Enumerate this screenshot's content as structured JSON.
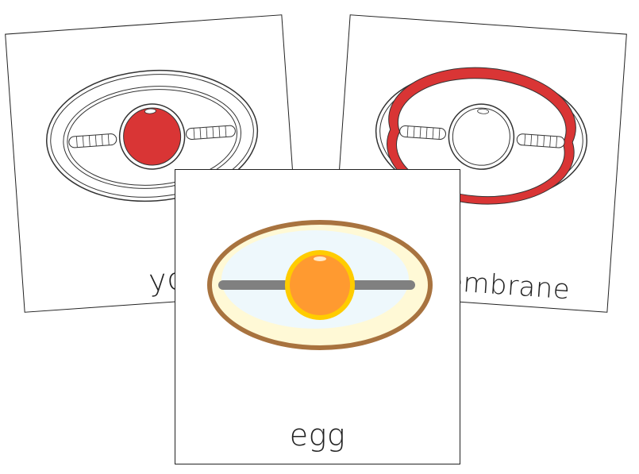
{
  "cards": {
    "yolk": {
      "label": "yolk"
    },
    "membrane": {
      "label": "membrane"
    },
    "egg": {
      "label": "egg"
    }
  },
  "colors": {
    "yolk_highlight": "#d93535",
    "membrane_highlight": "#d93535",
    "shell": "#a8733f",
    "shell_inner": "#fff9d6",
    "albumen": "#eef8fc",
    "yolk_fill": "#ff9a30",
    "yolk_ring": "#ffcc00",
    "chalaza": "#808080",
    "outline": "#333333"
  },
  "icons": {
    "yolk_card": "egg-diagram-yolk-icon",
    "membrane_card": "egg-diagram-membrane-icon",
    "egg_card": "egg-diagram-color-icon"
  }
}
